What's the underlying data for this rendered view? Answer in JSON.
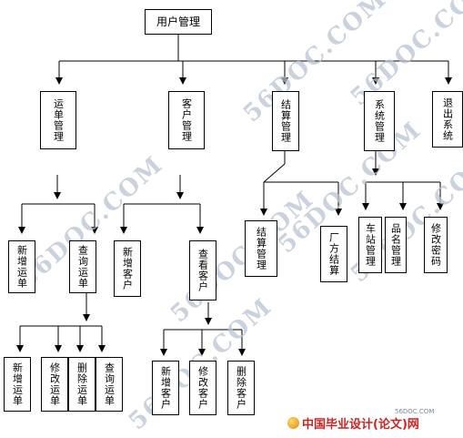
{
  "nodes": {
    "root": "用户管理",
    "waybill_mgmt": "运单管理",
    "customer_mgmt": "客户管理",
    "settlement_mgmt": "结算管理",
    "system_mgmt": "系统管理",
    "exit_system": "退出系统",
    "wb_add": "新增运单",
    "wb_query": "查询运单",
    "cu_add": "新增客户",
    "cu_query": "查看客户",
    "st_settle": "结算管理",
    "st_factory": "厂方结算",
    "sy_station": "车站管理",
    "sy_product": "品名管理",
    "sy_password": "修改密码",
    "wq_add": "新增运单",
    "wq_edit": "修改运单",
    "wq_delete": "删除运单",
    "wq_query": "查询运单",
    "cq_add": "新增客户",
    "cq_edit": "修改客户",
    "cq_delete": "删除客户"
  },
  "watermark": "56DOC.COM",
  "footer": {
    "site": "56DOC.COM",
    "logo_text": "中国毕业设计(论文)网"
  }
}
